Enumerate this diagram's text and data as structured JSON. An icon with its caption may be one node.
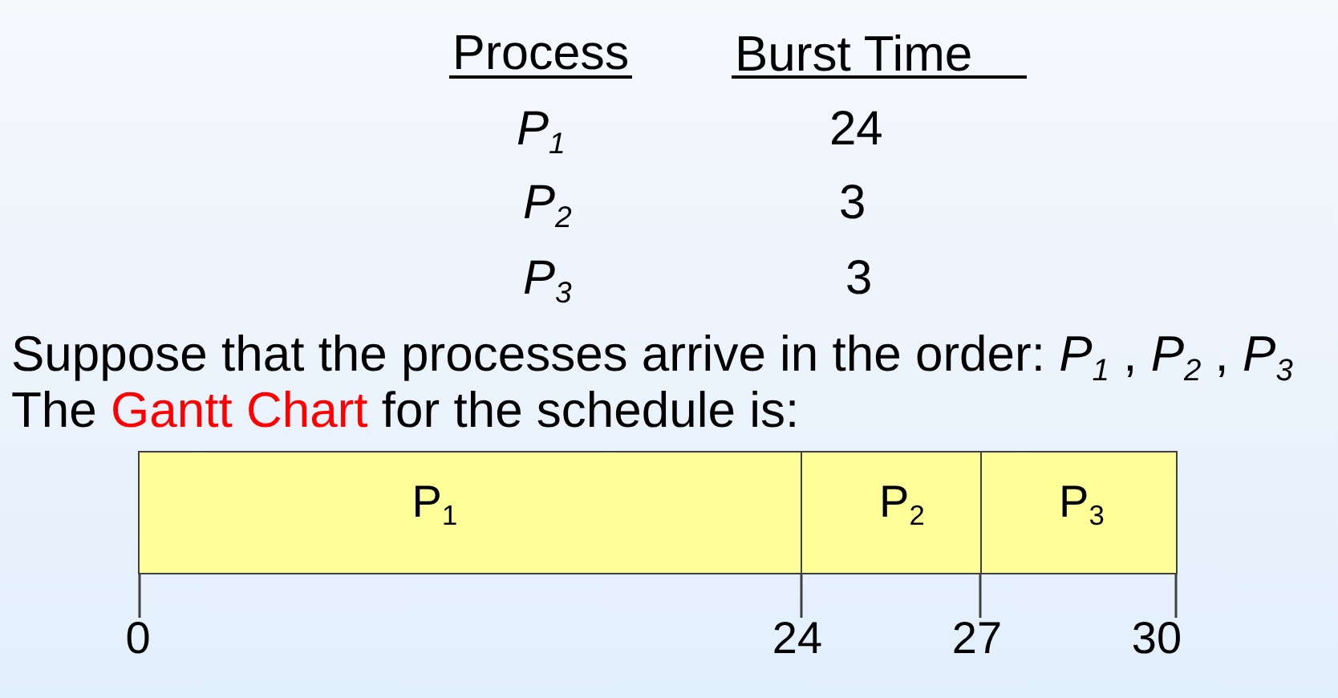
{
  "diagram": {
    "nodes": [
      {
        "text": [
          "P$_{1}$"
        ],
        "beside": [
          "0",
          "24"
        ]
      },
      {
        "text": [
          "P$_{2}$"
        ],
        "beside": [
          "27"
        ]
      },
      {
        "text": [
          "P$_{3}$"
        ],
        "beside": [
          "30"
        ]
      }
    ],
    "labels": [
      "Process",
      "Burst Time",
      "P$_{1}$",
      "24",
      "P$_{2}$",
      "3",
      "P$_{3}$",
      "3",
      "Suppose that the processes arrive in the order: *P*$_{1}$ , *P*$_{2}$ , *P*$_{3}$",
      "The",
      "Gantt Chart",
      "for the schedule is:"
    ]
  }
}
